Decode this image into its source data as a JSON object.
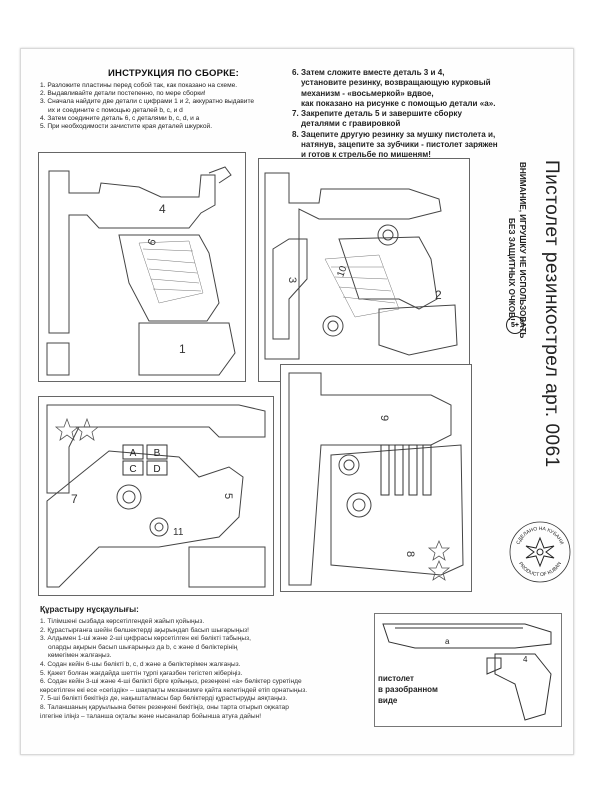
{
  "instructions": {
    "title": "ИНСТРУКЦИЯ ПО СБОРКЕ:",
    "steps_left": [
      "1. Разложите пластины перед собой так, как показано на схеме.",
      "2. Выдавливайте детали постепенно, по мере сборки!",
      "3. Сначала найдите две детали с цифрами 1 и 2, аккуратно выдавите",
      "их и соедините с помощью деталей b, c, и d",
      "4. Затем соедините деталь 6, с деталями b, c, d,  и a",
      "5. При необходимости зачистите края деталей шкуркой."
    ],
    "steps_right": [
      "6. Затем сложите вместе деталь 3 и 4,",
      "установите резинку, возвращающую курковый",
      "механизм - «восьмеркой» вдвое,",
      "как показано на рисунке с помощью детали «а».",
      "7. Закрепите деталь 5 и завершите сборку",
      "деталями с гравировкой",
      "8. Зацепите другую резинку за мушку пистолета и,",
      "натянув, зацепите за зубчики - пистолет заряжен",
      "и готов к стрельбе по мишеням!"
    ]
  },
  "product": {
    "title": "Пистолет резинкострел арт. 0061",
    "warning_line1": "ВНИМАНИЕ, ИГРУШКУ НЕ ИСПОЛЬЗОВАТЬ",
    "warning_line2": "БЕЗ ЗАЩИТНЫХ ОЧКОВ!",
    "age": "5+",
    "seal_top": "СДЕЛАНО НА КУБАНИ",
    "seal_bottom": "PRODUCT OF KUBAN"
  },
  "kazakh": {
    "title": "Құрастыру нұсқаулығы:",
    "steps": [
      "1. Тілімшені сызбада көрсетілгендей жайып қойыңыз.",
      "2. Құрастырғанға шейін бөлшектерді ақырындап басып шығарыңыз!",
      "3. Алдымен 1-ші және 2-ші цифрасы көрсетілген екі бөлікті табыңыз,",
      "оларды ақырын басып шығарыңыз да b, c және d бөліктерінің",
      "көмегімен жалғаңыз.",
      "4. Содан кейін 6-шы бөлікті b, c, d және a бөліктерімен жалғаңыз.",
      "5. Қажет болған жағдайда шеттін тұрпі қағазбен тегістеп жіберіңіз.",
      "6. Содан кейін 3-ші және 4-ші бөлікті бірге қойыңыз, резеңкені «a» бөліктер суретінде",
      "көрсетілген екі есе «сегіздік» – шақпақты механизмге қайта келетіндей етіп орнатыңыз.",
      "7. 5-ші бөлікті бекітіңіз де, нақышталмасы бар бөліктерді құрастыруды аяқтаңыз.",
      "8. Таланшаның қаруыльына бөтен резеңкені бекітіңіз, оны тарта отырып оқжатар",
      "ілгегіне іліңіз – таланша оқталы және нысаналар бойынша атуға дайын!"
    ]
  },
  "parts": {
    "p1": "1",
    "p2": "2",
    "p3": "3",
    "p4": "4",
    "p5": "5",
    "p6": "6",
    "p7": "7",
    "p8": "8",
    "p9": "9",
    "p10": "10",
    "p11": "11",
    "a": "a",
    "b": "b",
    "A": "A",
    "B": "B",
    "C": "C",
    "D": "D"
  },
  "exploded": {
    "label_line1": "пистолет",
    "label_line2": "в разобранном",
    "label_line3": "виде",
    "part_a": "a",
    "part_4": "4"
  }
}
